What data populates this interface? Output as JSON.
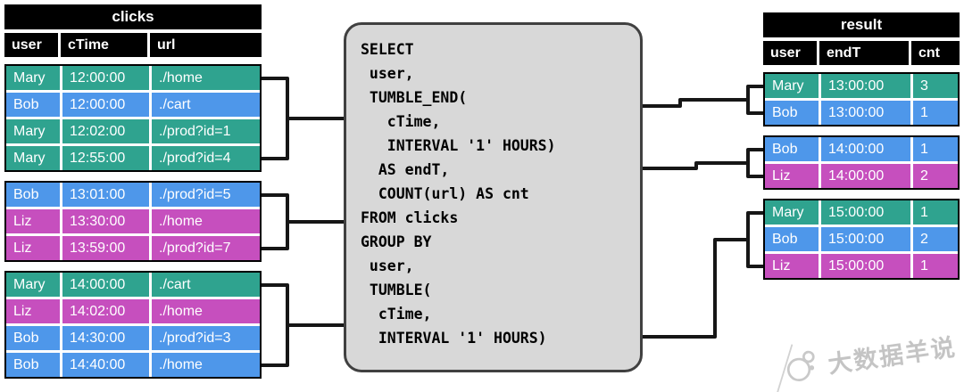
{
  "clicks_table": {
    "title": "clicks",
    "columns": [
      "user",
      "cTime",
      "url"
    ],
    "groups": [
      {
        "rows": [
          [
            "Mary",
            "12:00:00",
            "./home"
          ],
          [
            "Bob",
            "12:00:00",
            "./cart"
          ],
          [
            "Mary",
            "12:02:00",
            "./prod?id=1"
          ],
          [
            "Mary",
            "12:55:00",
            "./prod?id=4"
          ]
        ]
      },
      {
        "rows": [
          [
            "Bob",
            "13:01:00",
            "./prod?id=5"
          ],
          [
            "Liz",
            "13:30:00",
            "./home"
          ],
          [
            "Liz",
            "13:59:00",
            "./prod?id=7"
          ]
        ]
      },
      {
        "rows": [
          [
            "Mary",
            "14:00:00",
            "./cart"
          ],
          [
            "Liz",
            "14:02:00",
            "./home"
          ],
          [
            "Bob",
            "14:30:00",
            "./prod?id=3"
          ],
          [
            "Bob",
            "14:40:00",
            "./home"
          ]
        ]
      }
    ]
  },
  "result_table": {
    "title": "result",
    "columns": [
      "user",
      "endT",
      "cnt"
    ],
    "groups": [
      {
        "rows": [
          [
            "Mary",
            "13:00:00",
            "3"
          ],
          [
            "Bob",
            "13:00:00",
            "1"
          ]
        ]
      },
      {
        "rows": [
          [
            "Bob",
            "14:00:00",
            "1"
          ],
          [
            "Liz",
            "14:00:00",
            "2"
          ]
        ]
      },
      {
        "rows": [
          [
            "Mary",
            "15:00:00",
            "1"
          ],
          [
            "Bob",
            "15:00:00",
            "2"
          ],
          [
            "Liz",
            "15:00:00",
            "1"
          ]
        ]
      }
    ]
  },
  "sql": {
    "code": "SELECT\n user,\n TUMBLE_END(\n   cTime,\n   INTERVAL '1' HOURS)\n  AS endT,\n  COUNT(url) AS cnt\nFROM clicks\nGROUP BY\n user,\n TUMBLE(\n  cTime,\n  INTERVAL '1' HOURS)"
  },
  "colors": {
    "user_colors": {
      "Mary": "#2fa38f",
      "Bob": "#4e97ea",
      "Liz": "#c64fbe"
    },
    "header_bg": "#000000",
    "sql_box_bg": "#d8d8d8",
    "connector": "#161616"
  },
  "watermark": {
    "text": "大数据羊说"
  }
}
